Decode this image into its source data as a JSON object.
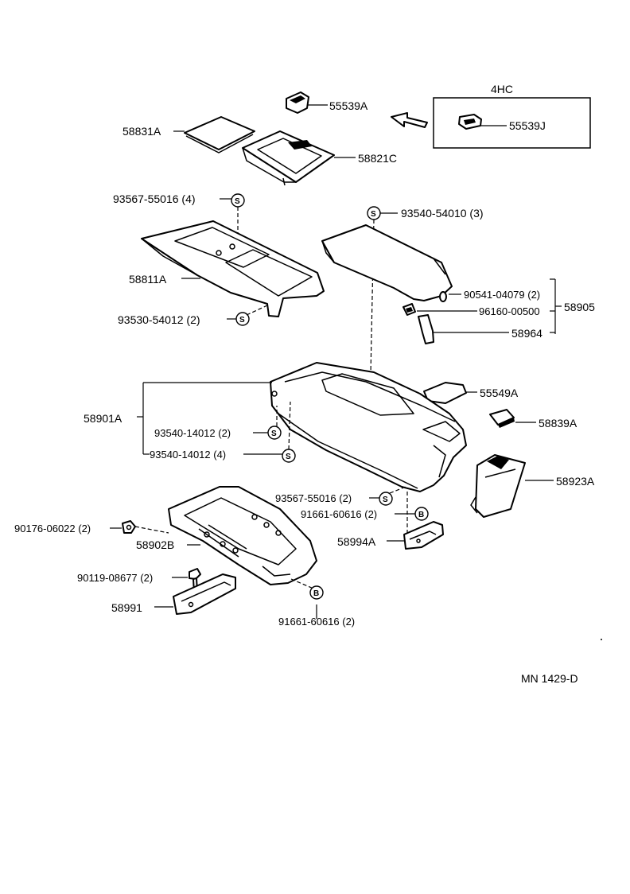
{
  "variant_box": {
    "label": "4HC",
    "part": "55539J"
  },
  "parts": {
    "p55539A": "55539A",
    "p58831A": "58831A",
    "p58821C": "58821C",
    "p93567_55016_4": "93567-55016 (4)",
    "p93540_54010_3": "93540-54010 (3)",
    "p58811A": "58811A",
    "p93530_54012_2": "93530-54012 (2)",
    "p90541_04079_2": "90541-04079 (2)",
    "p96160_00500": "96160-00500",
    "p58905": "58905",
    "p58964": "58964",
    "p55549A": "55549A",
    "p58901A": "58901A",
    "p58839A": "58839A",
    "p93540_14012_2": "93540-14012 (2)",
    "p93540_14012_4": "93540-14012 (4)",
    "p58923A": "58923A",
    "p93567_55016_2": "93567-55016 (2)",
    "p91661_60616_2a": "91661-60616 (2)",
    "p90176_06022_2": "90176-06022 (2)",
    "p58994A": "58994A",
    "p58902B": "58902B",
    "p90119_08677_2": "90119-08677 (2)",
    "p58991": "58991",
    "p91661_60616_2b": "91661-60616 (2)"
  },
  "clip_markers": {
    "screw": "S",
    "bolt": "B"
  },
  "diagram_code": "MN  1429-D"
}
